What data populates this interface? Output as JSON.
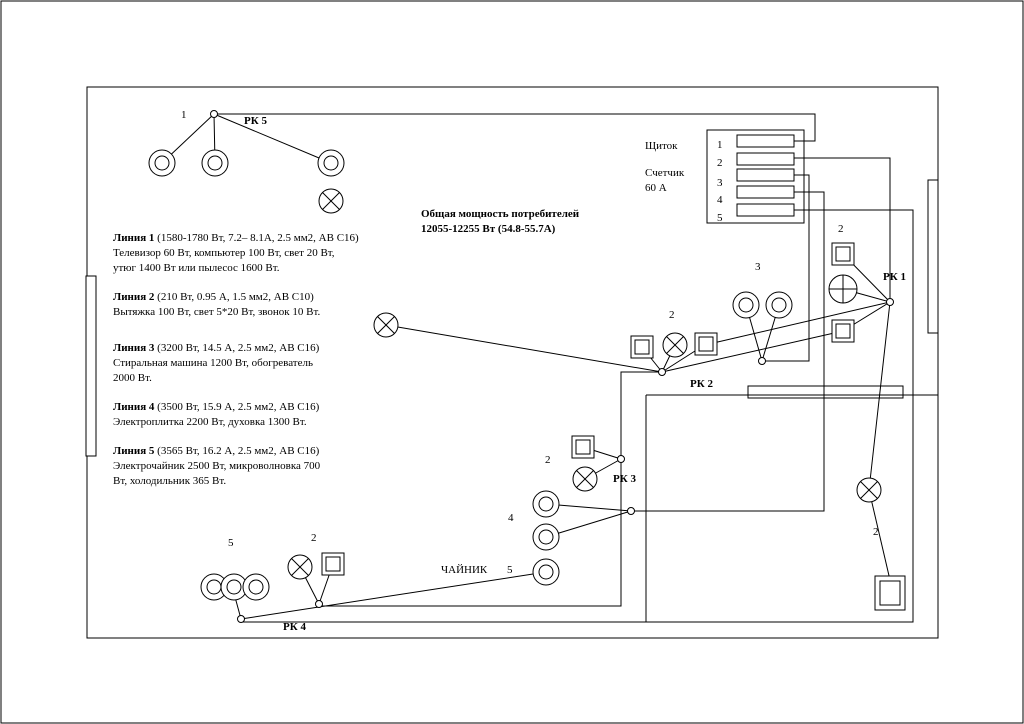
{
  "panel": {
    "label": "Щиток",
    "meter_label": "Счетчик",
    "meter_rating": "60 А",
    "slots": [
      "1",
      "2",
      "3",
      "4",
      "5"
    ]
  },
  "total": {
    "title": "Общая мощность потребителей",
    "value": "12055-12255 Вт (54.8-55.7А)"
  },
  "lines": [
    {
      "name": "Линия 1",
      "spec": " (1580-1780 Вт, 7.2– 8.1А, 2.5 мм2, АВ С16)",
      "desc": [
        "Телевизор 60 Вт, компьютер 100 Вт, свет 20 Вт,",
        "утюг 1400 Вт или пылесос 1600 Вт."
      ]
    },
    {
      "name": "Линия 2",
      "spec": " (210 Вт, 0.95 А, 1.5 мм2, АВ С10)",
      "desc": [
        "Вытяжка 100 Вт, свет 5*20 Вт, звонок 10 Вт."
      ]
    },
    {
      "name": "Линия 3",
      "spec": " (3200 Вт, 14.5 А, 2.5 мм2, АВ С16)",
      "desc": [
        "Стиральная машина 1200 Вт, обогреватель",
        "2000 Вт."
      ]
    },
    {
      "name": "Линия 4",
      "spec": " (3500 Вт, 15.9 А, 2.5 мм2, АВ С16)",
      "desc": [
        "Электроплитка 2200 Вт, духовка 1300 Вт."
      ]
    },
    {
      "name": "Линия 5",
      "spec": " (3565 Вт, 16.2 А, 2.5 мм2, АВ С16)",
      "desc": [
        "Электрочайник 2500 Вт, микроволновка 700",
        "Вт, холодильник 365 Вт."
      ]
    }
  ],
  "junctions": {
    "rk1": "РК 1",
    "rk2": "РК 2",
    "rk3": "РК 3",
    "rk4": "РК 4",
    "rk5": "РК 5"
  },
  "numbers": {
    "n_rk5": "1",
    "n_rk1": "2",
    "n_outlets3": "3",
    "n_rk2": "2",
    "n_rk3": "2",
    "n_outlets4": "4",
    "n_right": "2",
    "n_outlets5": "5",
    "n_rk4": "2",
    "n_kettle": "5"
  },
  "kettle_label": "ЧАЙНИК"
}
